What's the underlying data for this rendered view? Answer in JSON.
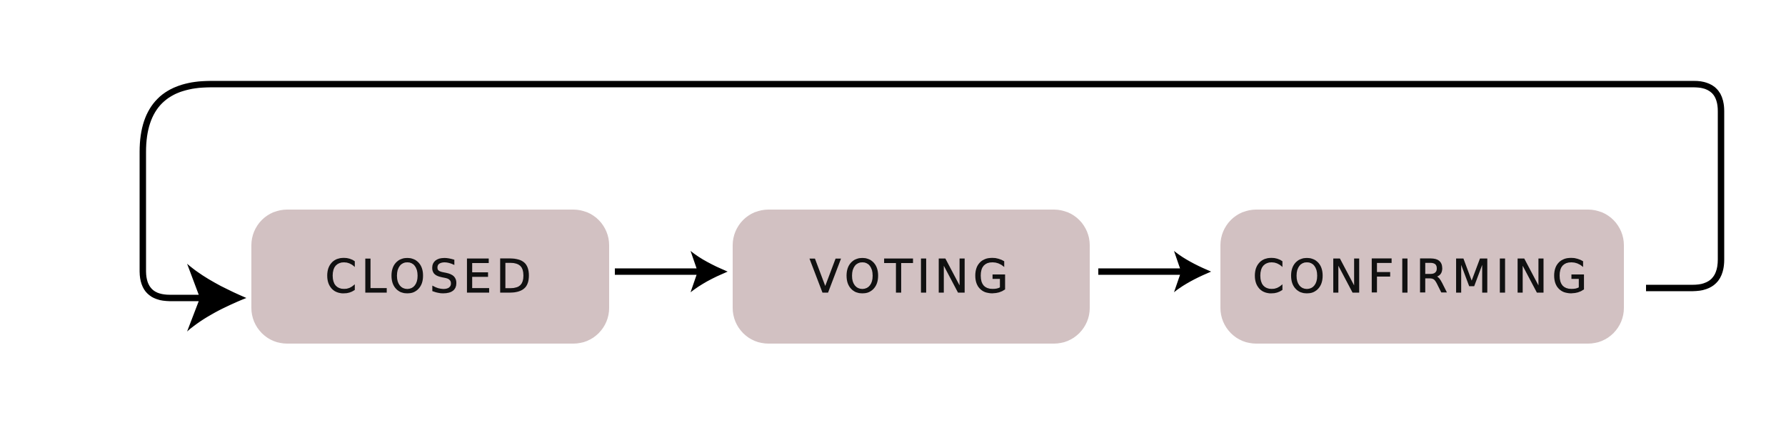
{
  "diagram": {
    "type": "state-flow",
    "colors": {
      "box_fill": "#d2c1c2",
      "line": "#000000",
      "text": "#111111",
      "background": "#ffffff"
    },
    "states": [
      {
        "id": "closed",
        "label": "CLOSED"
      },
      {
        "id": "voting",
        "label": "VOTING"
      },
      {
        "id": "confirming",
        "label": "CONFIRMING"
      }
    ],
    "transitions": [
      {
        "from": "closed",
        "to": "voting"
      },
      {
        "from": "voting",
        "to": "confirming"
      },
      {
        "from": "confirming",
        "to": "closed"
      }
    ]
  }
}
